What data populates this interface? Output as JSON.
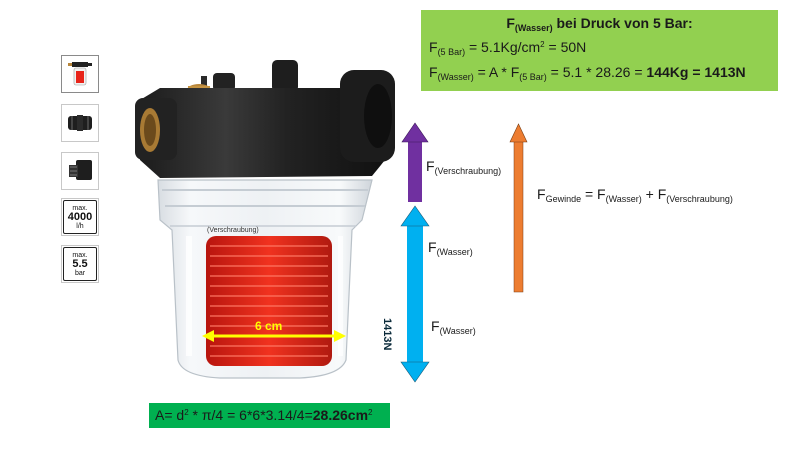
{
  "thumbnails": [
    {
      "name": "product-front-thumb",
      "icon": "filter-housing-icon"
    },
    {
      "name": "connector-pipe-thumb",
      "icon": "pipe-connector-icon"
    },
    {
      "name": "screw-fitting-thumb",
      "icon": "screw-fitting-icon"
    },
    {
      "name": "flow-rate-thumb",
      "top": "max.",
      "value": "4000",
      "unit": "l/h"
    },
    {
      "name": "pressure-thumb",
      "top": "max.",
      "value": "5.5",
      "unit": "bar"
    }
  ],
  "formula_box": {
    "title_main": "F",
    "title_sub": "(Wasser)",
    "title_rest": " bei Druck von 5 Bar:",
    "line1_a": "F",
    "line1_sub": "(5 Bar)",
    "line1_b": " = 5.1Kg/cm",
    "line1_sup": "2",
    "line1_c": " = 50N",
    "line2_a": "F",
    "line2_sub": "(Wasser)",
    "line2_b": " =  A * F",
    "line2_sub2": "(5 Bar)",
    "line2_c": " = 5.1 * 28.26 = ",
    "line2_bold": "144Kg = 1413N"
  },
  "area_box": {
    "a": "A= d",
    "sup1": "2",
    "b": " * π/4 = 6*6*3.14/4=",
    "bold": "28.26cm",
    "sup2": "2"
  },
  "labels": {
    "verschraubung_main": "F",
    "verschraubung_sub": "(Verschraubung)",
    "wasser1_main": "F",
    "wasser1_sub": "(Wasser)",
    "wasser2_main": "F",
    "wasser2_sub": "(Wasser)",
    "gewinde_a": "F",
    "gewinde_sub1": "Gewinde",
    "gewinde_b": " = F",
    "gewinde_sub2": "(Wasser)",
    "gewinde_c": " + F",
    "gewinde_sub3": "(Verschraubung)",
    "rotated_value": "1413N",
    "diameter": "6 cm",
    "small_overlap": "(Verschraubung)"
  },
  "colors": {
    "purple_arrow": "#7030a0",
    "blue_arrow": "#00b0f0",
    "orange_arrow": "#ed7d31",
    "yellow_line": "#ffff00",
    "green_top": "#92d050",
    "green_bottom": "#00b050",
    "filter_red": "#e8241a"
  }
}
